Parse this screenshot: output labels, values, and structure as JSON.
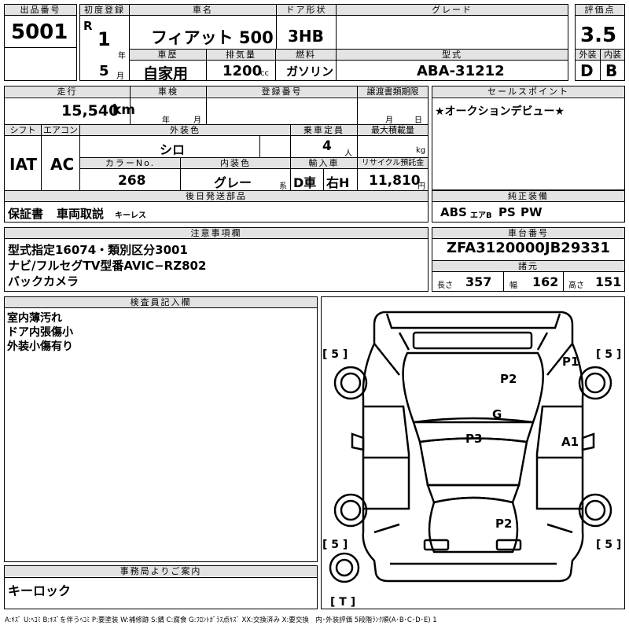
{
  "lot": {
    "label": "出品番号",
    "value": "5001"
  },
  "first_reg": {
    "label": "初度登録",
    "era": "R",
    "year": "1",
    "year_unit": "年",
    "month": "5",
    "month_unit": "月"
  },
  "car_name": {
    "label": "車名",
    "value": "フィアット 500"
  },
  "door": {
    "label": "ドア形状",
    "value": "3HB"
  },
  "grade": {
    "label": "グレード",
    "value": ""
  },
  "score": {
    "label": "評価点",
    "value": "3.5",
    "ext_label": "外装",
    "int_label": "内装",
    "ext": "D",
    "int": "B"
  },
  "history": {
    "label": "車歴",
    "value": "自家用"
  },
  "displacement": {
    "label": "排気量",
    "value": "1200",
    "unit": "cc"
  },
  "fuel": {
    "label": "燃料",
    "value": "ガソリン"
  },
  "model_code": {
    "label": "型式",
    "value": "ABA-31212"
  },
  "mileage": {
    "label": "走行",
    "value": "15,540",
    "unit": "km"
  },
  "inspection": {
    "label": "車検",
    "year_unit": "年",
    "month_unit": "月"
  },
  "registration": {
    "label": "登録番号",
    "value": ""
  },
  "transfer_deadline": {
    "label": "譲渡書類期限",
    "month_unit": "月",
    "day_unit": "日"
  },
  "sales_point": {
    "label": "セールスポイント",
    "text": "★オークションデビュー★"
  },
  "shift": {
    "label": "シフト",
    "value": "IAT"
  },
  "ac": {
    "label": "エアコン",
    "value": "AC"
  },
  "ext_color": {
    "label": "外装色",
    "value": "シロ"
  },
  "capacity": {
    "label": "乗車定員",
    "value": "4",
    "unit": "人"
  },
  "max_load": {
    "label": "最大積載量",
    "value": "",
    "unit": "kg"
  },
  "color_no": {
    "label": "カラーNo.",
    "value": "268"
  },
  "int_color": {
    "label": "内装色",
    "value": "グレー",
    "suffix": "系"
  },
  "import": {
    "label": "輸入車",
    "value1": "D車",
    "value2": "右H"
  },
  "recycle": {
    "label": "リサイクル預託金",
    "value": "11,810",
    "unit": "円"
  },
  "later_parts": {
    "label": "後日発送部品",
    "items": [
      "保証書",
      "車両取説",
      "キーレス"
    ]
  },
  "genuine_equip": {
    "label": "純正装備",
    "items": [
      "ABS",
      "エアB",
      "PS",
      "PW"
    ]
  },
  "notes": {
    "label": "注意事項欄",
    "lines": [
      "型式指定16074・類別区分3001",
      "ナビ/フルセグTV型番AVIC−RZ802",
      "バックカメラ"
    ]
  },
  "chassis": {
    "label": "車台番号",
    "value": "ZFA3120000JB29331"
  },
  "specs": {
    "label": "諸元",
    "length_label": "長さ",
    "length": "357",
    "width_label": "幅",
    "width": "162",
    "height_label": "高さ",
    "height": "151"
  },
  "inspector": {
    "label": "検査員記入欄",
    "lines": [
      "室内薄汚れ",
      "ドア内張傷小",
      "外装小傷有り"
    ]
  },
  "office": {
    "label": "事務局よりご案内",
    "text": "キーロック"
  },
  "diagram": {
    "tire_fl": "[ 5 ]",
    "tire_fr": "[ 5 ]",
    "tire_rl": "[ 5 ]",
    "tire_rr": "[ 5 ]",
    "tire_spare": "[ T ]",
    "marks": [
      "P1",
      "P2",
      "G",
      "P3",
      "A1",
      "P2"
    ]
  },
  "legend": "A:ｷｽﾞ U:ﾍｺﾐ B:ｷｽﾞを伴うﾍｺﾐ P:要塗装 W:補修跡 S:錆 C:腐食 G:ﾌﾛﾝﾄｶﾞﾗｽ点ｷｽﾞ XX:交換済み X:要交換　内･外装評価 5段階ﾗﾝｸ順(A･B･C･D･E) 1"
}
